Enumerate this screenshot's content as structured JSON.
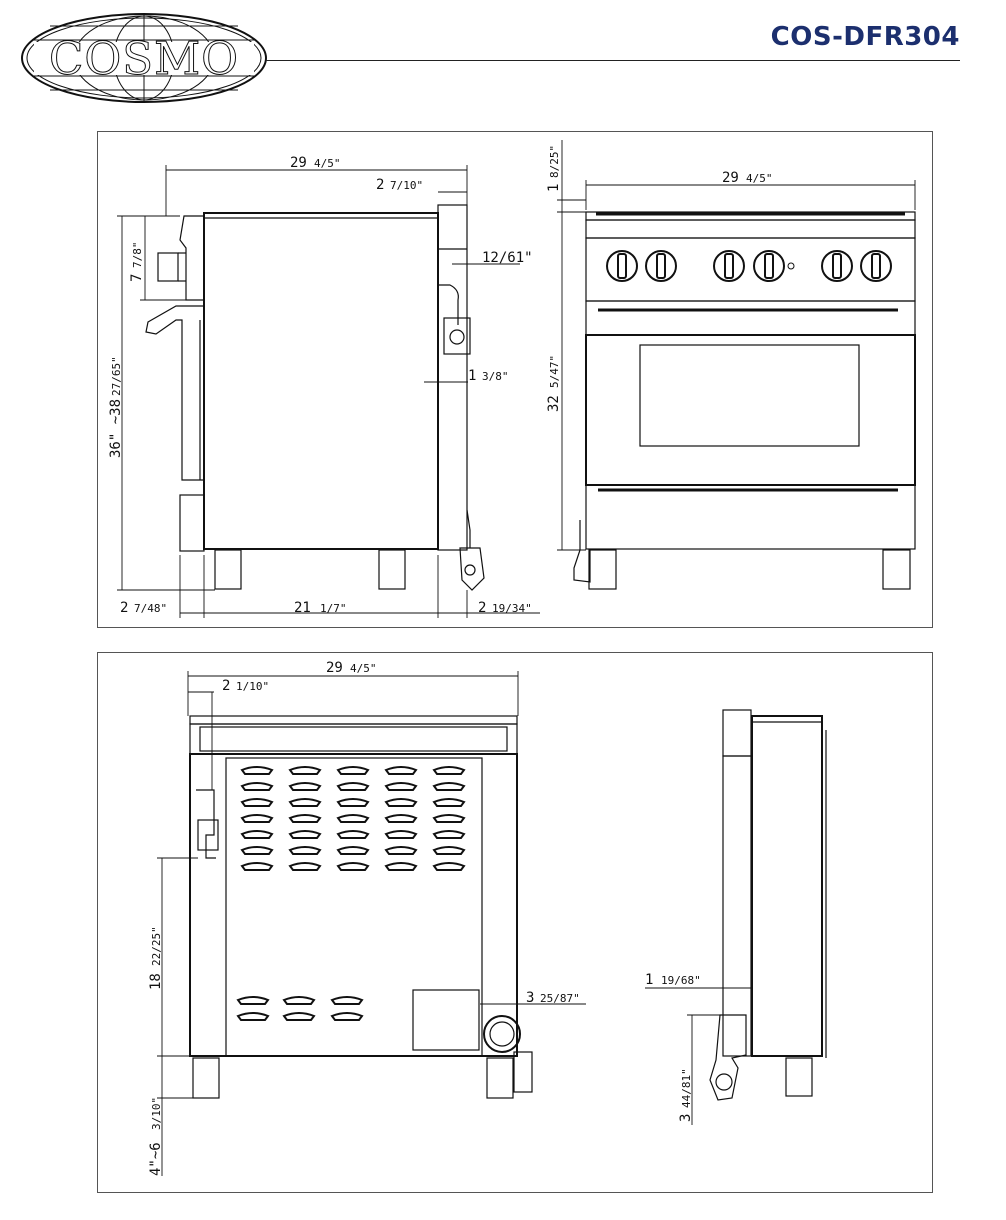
{
  "brand": {
    "logo_text": "COSMO",
    "model": "COS-DFR304"
  },
  "side_view": {
    "dims": {
      "depth_overall": "29",
      "depth_overall_frac": "4/5\"",
      "rear_offset": "2",
      "rear_offset_frac": "7/10\"",
      "panel_height": "7",
      "panel_height_frac": "7/8\"",
      "gas_offset": "12/61\"",
      "height": "36\" ~38",
      "height_frac": "27/65\"",
      "gas_inlet": "1",
      "gas_inlet_frac": "3/8\"",
      "front_offset": "2",
      "front_offset_frac": "7/48\"",
      "body_depth": "21",
      "body_depth_frac": "1/7\"",
      "rear_depth": "2",
      "rear_depth_frac": "19/34\""
    }
  },
  "front_view": {
    "dims": {
      "top_gap": "1",
      "top_gap_frac": "8/25\"",
      "width": "29",
      "width_frac": "4/5\"",
      "oven_height": "32",
      "oven_height_frac": "5/47\""
    }
  },
  "rear_view": {
    "dims": {
      "width": "29",
      "width_frac": "4/5\"",
      "gas_left": "2",
      "gas_left_frac": "1/10\"",
      "gas_height": "18",
      "gas_height_frac": "22/25\"",
      "cord_offset": "3",
      "cord_offset_frac": "25/87\"",
      "leg_height": "4\"~6",
      "leg_height_frac": "3/10\""
    }
  },
  "right_view": {
    "dims": {
      "cord_side": "1",
      "cord_side_frac": "19/68\"",
      "plug_height": "3",
      "plug_height_frac": "44/81\""
    }
  }
}
